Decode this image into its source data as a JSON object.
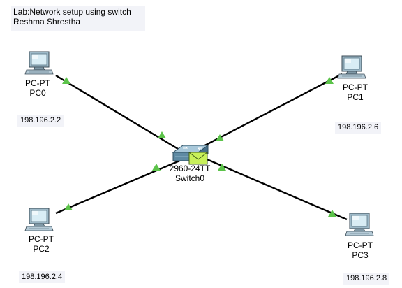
{
  "note": {
    "line1": "Lab:Network setup using switch",
    "line2": "Reshma Shrestha"
  },
  "switch": {
    "model": "2960-24TT",
    "name": "Switch0"
  },
  "pcs": [
    {
      "model": "PC-PT",
      "name": "PC0",
      "ip": "198.196.2.2"
    },
    {
      "model": "PC-PT",
      "name": "PC1",
      "ip": "198.196.2.6"
    },
    {
      "model": "PC-PT",
      "name": "PC2",
      "ip": "198.196.2.4"
    },
    {
      "model": "PC-PT",
      "name": "PC3",
      "ip": "198.196.2.8"
    }
  ],
  "colors": {
    "link": "#000000",
    "link_status_up": "#5cc34a",
    "pdu_envelope": "#c8f05a",
    "note_background": "#f2f3f8"
  },
  "icons": {
    "pc": "pc-icon",
    "switch": "switch-icon",
    "pdu": "envelope-icon"
  }
}
